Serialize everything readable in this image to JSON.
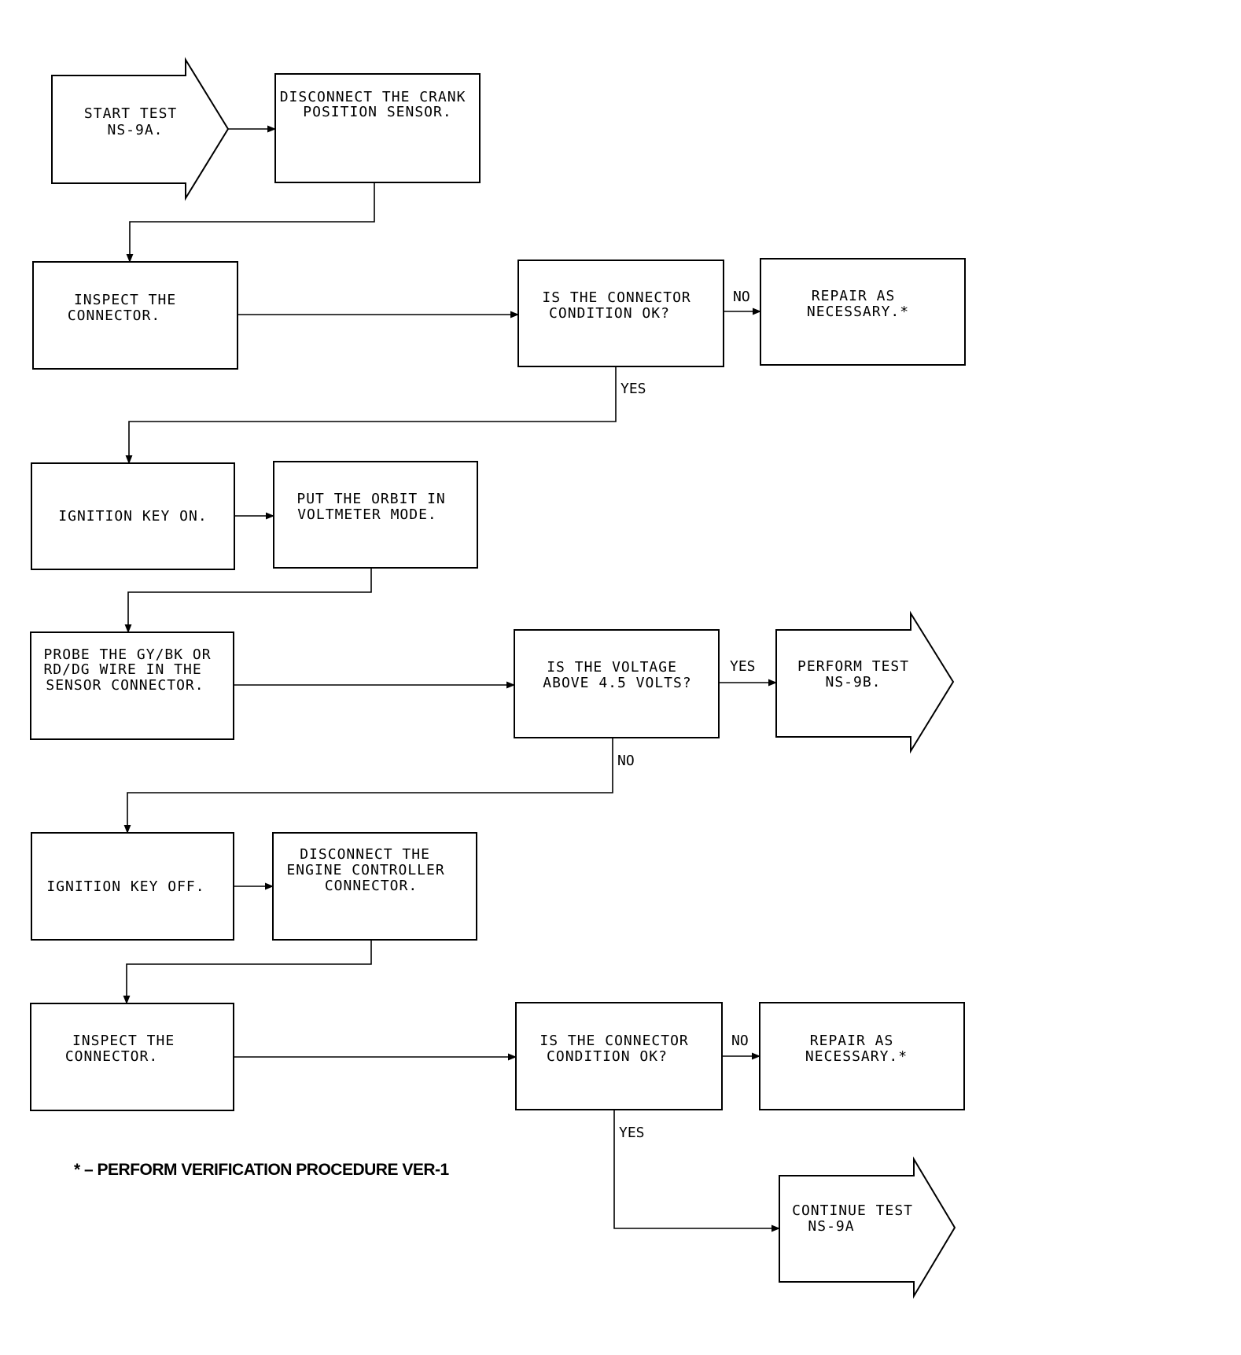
{
  "nodes": {
    "start": [
      "START  TEST",
      "NS-9A."
    ],
    "disconnect_crank": [
      "DISCONNECT  THE  CRANK",
      "POSITION  SENSOR."
    ],
    "inspect_1": [
      "INSPECT  THE",
      "CONNECTOR."
    ],
    "decision_1": [
      "IS  THE  CONNECTOR",
      "CONDITION  OK?"
    ],
    "repair_1": [
      "REPAIR  AS",
      "NECESSARY.*"
    ],
    "ignition_on": [
      "IGNITION  KEY  ON."
    ],
    "put_orbit": [
      "PUT  THE  ORBIT  IN",
      "VOLTMETER  MODE."
    ],
    "probe": [
      "PROBE  THE  GY/BK  OR",
      "RD/DG  WIRE  IN  THE",
      "SENSOR  CONNECTOR."
    ],
    "decision_voltage": [
      "IS  THE  VOLTAGE",
      "ABOVE  4.5  VOLTS?"
    ],
    "perform_9b": [
      "PERFORM  TEST",
      "NS-9B."
    ],
    "ignition_off": [
      "IGNITION  KEY  OFF."
    ],
    "disconnect_ecm": [
      "DISCONNECT  THE",
      "ENGINE  CONTROLLER",
      "CONNECTOR."
    ],
    "inspect_2": [
      "INSPECT  THE",
      "CONNECTOR."
    ],
    "decision_2": [
      "IS  THE  CONNECTOR",
      "CONDITION  OK?"
    ],
    "repair_2": [
      "REPAIR  AS",
      "NECESSARY.*"
    ],
    "continue_9a": [
      "CONTINUE  TEST",
      "NS-9A"
    ]
  },
  "edge_labels": {
    "d1_no": "NO",
    "d1_yes": "YES",
    "dv_yes": "YES",
    "dv_no": "NO",
    "d2_no": "NO",
    "d2_yes": "YES"
  },
  "footnote": "* – PERFORM VERIFICATION PROCEDURE VER-1"
}
